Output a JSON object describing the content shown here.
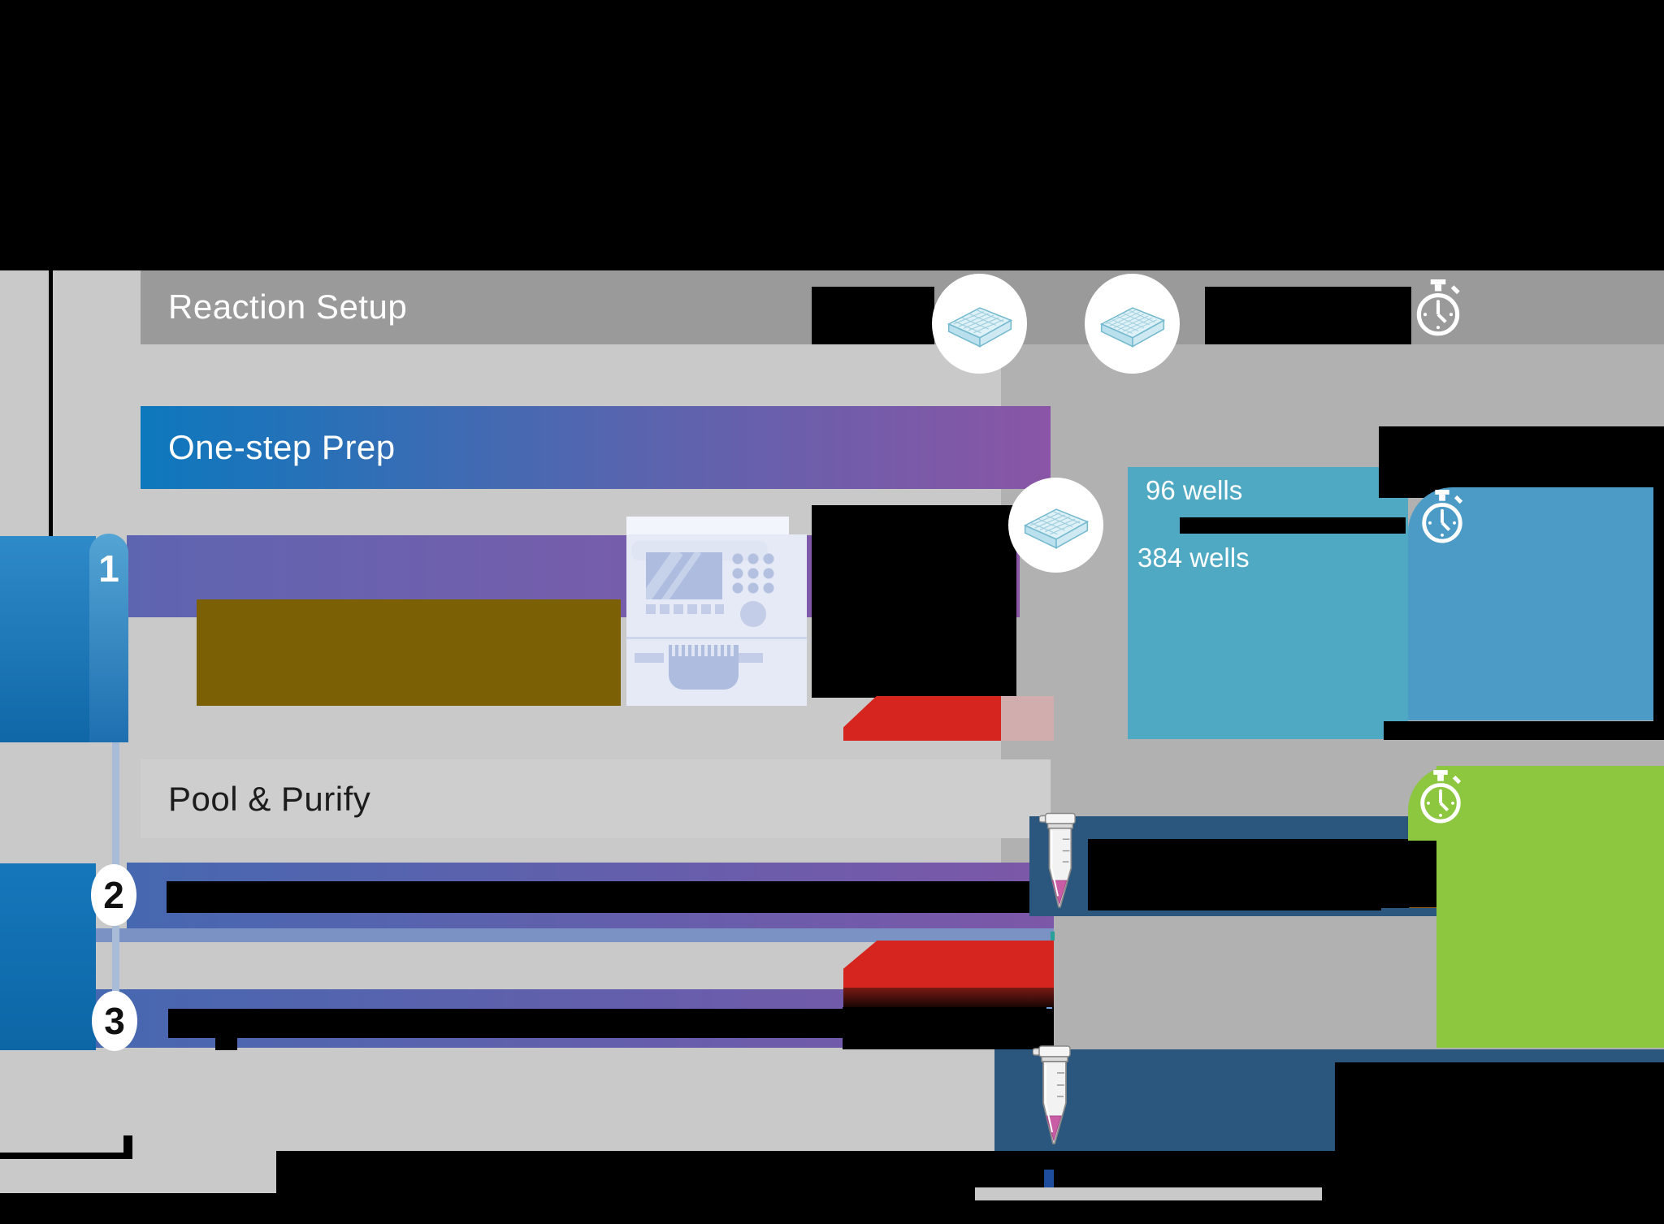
{
  "sections": {
    "reaction_setup": {
      "label": "Reaction Setup"
    },
    "one_step_prep": {
      "label": "One-step Prep"
    },
    "pool_purify": {
      "label": "Pool & Purify"
    }
  },
  "steps": [
    {
      "number": "1"
    },
    {
      "number": "2"
    },
    {
      "number": "3"
    }
  ],
  "plate_options": {
    "wells_96": "96 wells",
    "wells_384": "384 wells"
  },
  "icons": {
    "plate": "microplate-icon",
    "stopwatch": "stopwatch-icon",
    "tube": "microcentrifuge-tube-icon",
    "thermocycler": "thermocycler-icon"
  },
  "colors": {
    "header_bar": "#9a9a9a",
    "panel_light": "#c9c9c9",
    "panel_dark": "#b1b1b1",
    "pool_bar": "#cecece",
    "gradient_blue": "#0d78bd",
    "gradient_purple": "#8a55a6",
    "teal_box": "#4fa9c3",
    "blue_box": "#4c9bc6",
    "green_box": "#8dc63f",
    "navy_box": "#2b577e",
    "red_flag": "#d6251e",
    "pink_flag": "#d1adad",
    "brown_block": "#935e08",
    "olive_block": "#7c6005",
    "step_blue": "#1174b9"
  }
}
